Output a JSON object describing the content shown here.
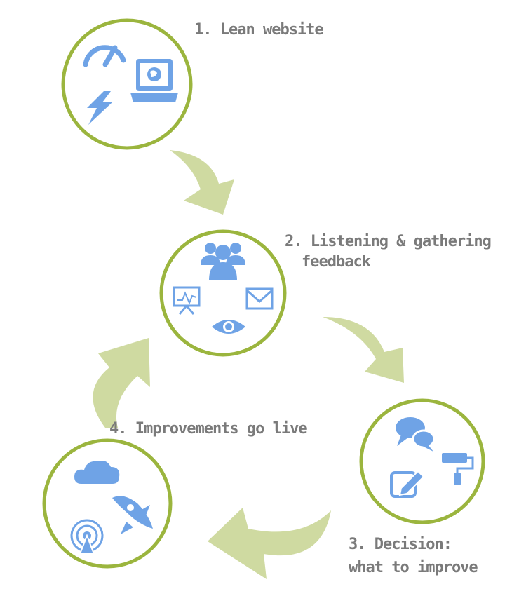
{
  "steps": [
    {
      "label": "1. Lean website",
      "icons": [
        "speedometer-icon",
        "lightning-icon",
        "laptop-globe-icon"
      ]
    },
    {
      "label_line1": "2. Listening & gathering",
      "label_line2": "feedback",
      "icons": [
        "users-group-icon",
        "presentation-chart-icon",
        "envelope-icon",
        "eye-icon"
      ]
    },
    {
      "label_line1": "3. Decision:",
      "label_line2": "what to improve",
      "icons": [
        "chat-bubbles-icon",
        "paint-roller-icon",
        "edit-pencil-icon"
      ]
    },
    {
      "label": "4. Improvements go live",
      "icons": [
        "cloud-icon",
        "rocket-icon",
        "broadcast-antenna-icon"
      ]
    }
  ],
  "colors": {
    "ring": "#9bb53e",
    "arrow": "#cfdaa1",
    "icon": "#6fa3e6",
    "text": "#7a7a7a"
  }
}
